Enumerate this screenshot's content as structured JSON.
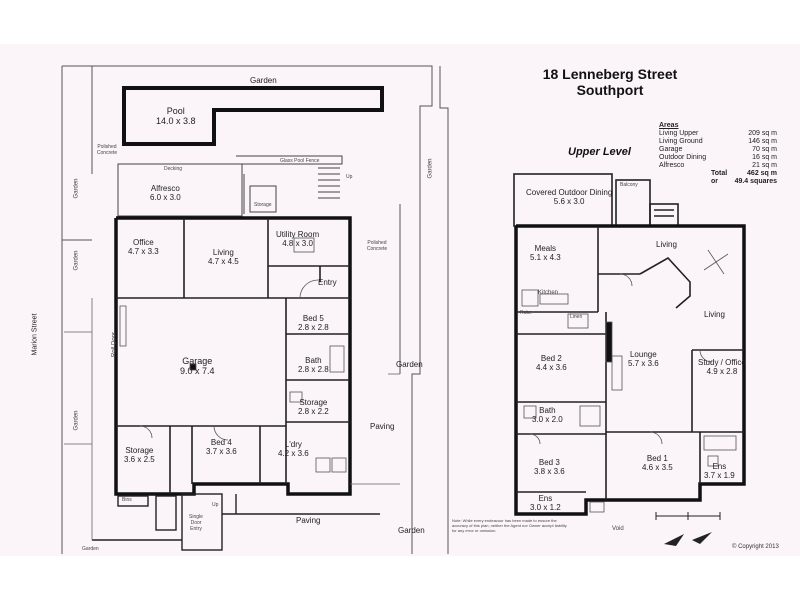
{
  "header": {
    "address_line1": "18 Lenneberg Street",
    "address_line2": "Southport",
    "level_label": "Upper Level"
  },
  "areas": {
    "heading": "Areas",
    "rows": [
      {
        "name": "Living Upper",
        "value": "209 sq m"
      },
      {
        "name": "Living Ground",
        "value": "146 sq m"
      },
      {
        "name": "Garage",
        "value": "70 sq m"
      },
      {
        "name": "Outdoor Dining",
        "value": "16 sq m"
      },
      {
        "name": "Alfresco",
        "value": "21 sq m"
      }
    ],
    "total_label": "Total",
    "total_value": "462 sq m",
    "or_label": "or",
    "squares_value": "49.4 squares"
  },
  "ground_floor": {
    "garden_top": "Garden",
    "pool_name": "Pool",
    "pool_size": "14.0 x 3.8",
    "polished_concrete_left": "Polished Concrete",
    "decking": "Decking",
    "glass_pool_fence": "Glass Pool Fence",
    "alfresco_name": "Alfresco",
    "alfresco_size": "6.0 x 3.0",
    "storage_small": "Storage",
    "up": "Up",
    "garden_left_top": "Garden",
    "garden_left_mid": "Garden",
    "garden_left_low": "Garden",
    "marion_street": "Marion Street",
    "roll_door": "Roll Door",
    "office_name": "Office",
    "office_size": "4.7 x 3.3",
    "living_name": "Living",
    "living_size": "4.7 x 4.5",
    "utility_name": "Utility Room",
    "utility_size": "4.8 x 3.0",
    "polished_concrete_right": "Polished Concrete",
    "entry": "Entry",
    "bed5_name": "Bed 5",
    "bed5_size": "2.8 x 2.8",
    "garage_name": "Garage",
    "garage_size": "9.0 x 7.4",
    "bath_name": "Bath",
    "bath_size": "2.8 x 2.8",
    "storage2_name": "Storage",
    "storage2_size": "2.8 x 2.2",
    "storage1_name": "Storage",
    "storage1_size": "3.6 x 2.5",
    "bed4_name": "Bed 4",
    "bed4_size": "3.7 x 3.6",
    "ldry_name": "L'dry",
    "ldry_size": "4.2 x 3.6",
    "paving": "Paving",
    "garden_right_mid": "Garden",
    "garden_right_top": "Garden",
    "garden_bottom": "Garden",
    "garden_bottom_left": "Garden",
    "paving_bottom": "Paving",
    "bin": "Bins",
    "single_door_entry": "Single Door Entry",
    "up_small": "Up"
  },
  "upper_floor": {
    "covered_name": "Covered Outdoor Dining",
    "covered_size": "5.6 x 3.0",
    "balcony": "Balcony",
    "meals_name": "Meals",
    "meals_size": "5.1 x 4.3",
    "living_name": "Living",
    "kitchen": "Kitchen",
    "living2_name": "Living",
    "lounge_name": "Lounge",
    "lounge_size": "5.7 x 3.6",
    "bed2_name": "Bed 2",
    "bed2_size": "4.4 x 3.6",
    "study_name": "Study / Office",
    "study_size": "4.9 x 2.8",
    "bath_name": "Bath",
    "bath_size": "3.0 x 2.0",
    "bed3_name": "Bed 3",
    "bed3_size": "3.8 x 3.6",
    "bed1_name": "Bed 1",
    "bed1_size": "4.6 x 3.5",
    "ens_name": "Ens",
    "ens_size": "3.7 x 1.9",
    "ens2_name": "Ens",
    "ens2_size": "3.0 x 1.2",
    "void": "Void",
    "robe": "Robe",
    "linen": "Linen",
    "copyright": "© Copyright 2013",
    "note": "Note: While every endeavour has been made to ensure the accuracy of this plan, neither the Agent nor Owner accept liability for any error or omission."
  }
}
